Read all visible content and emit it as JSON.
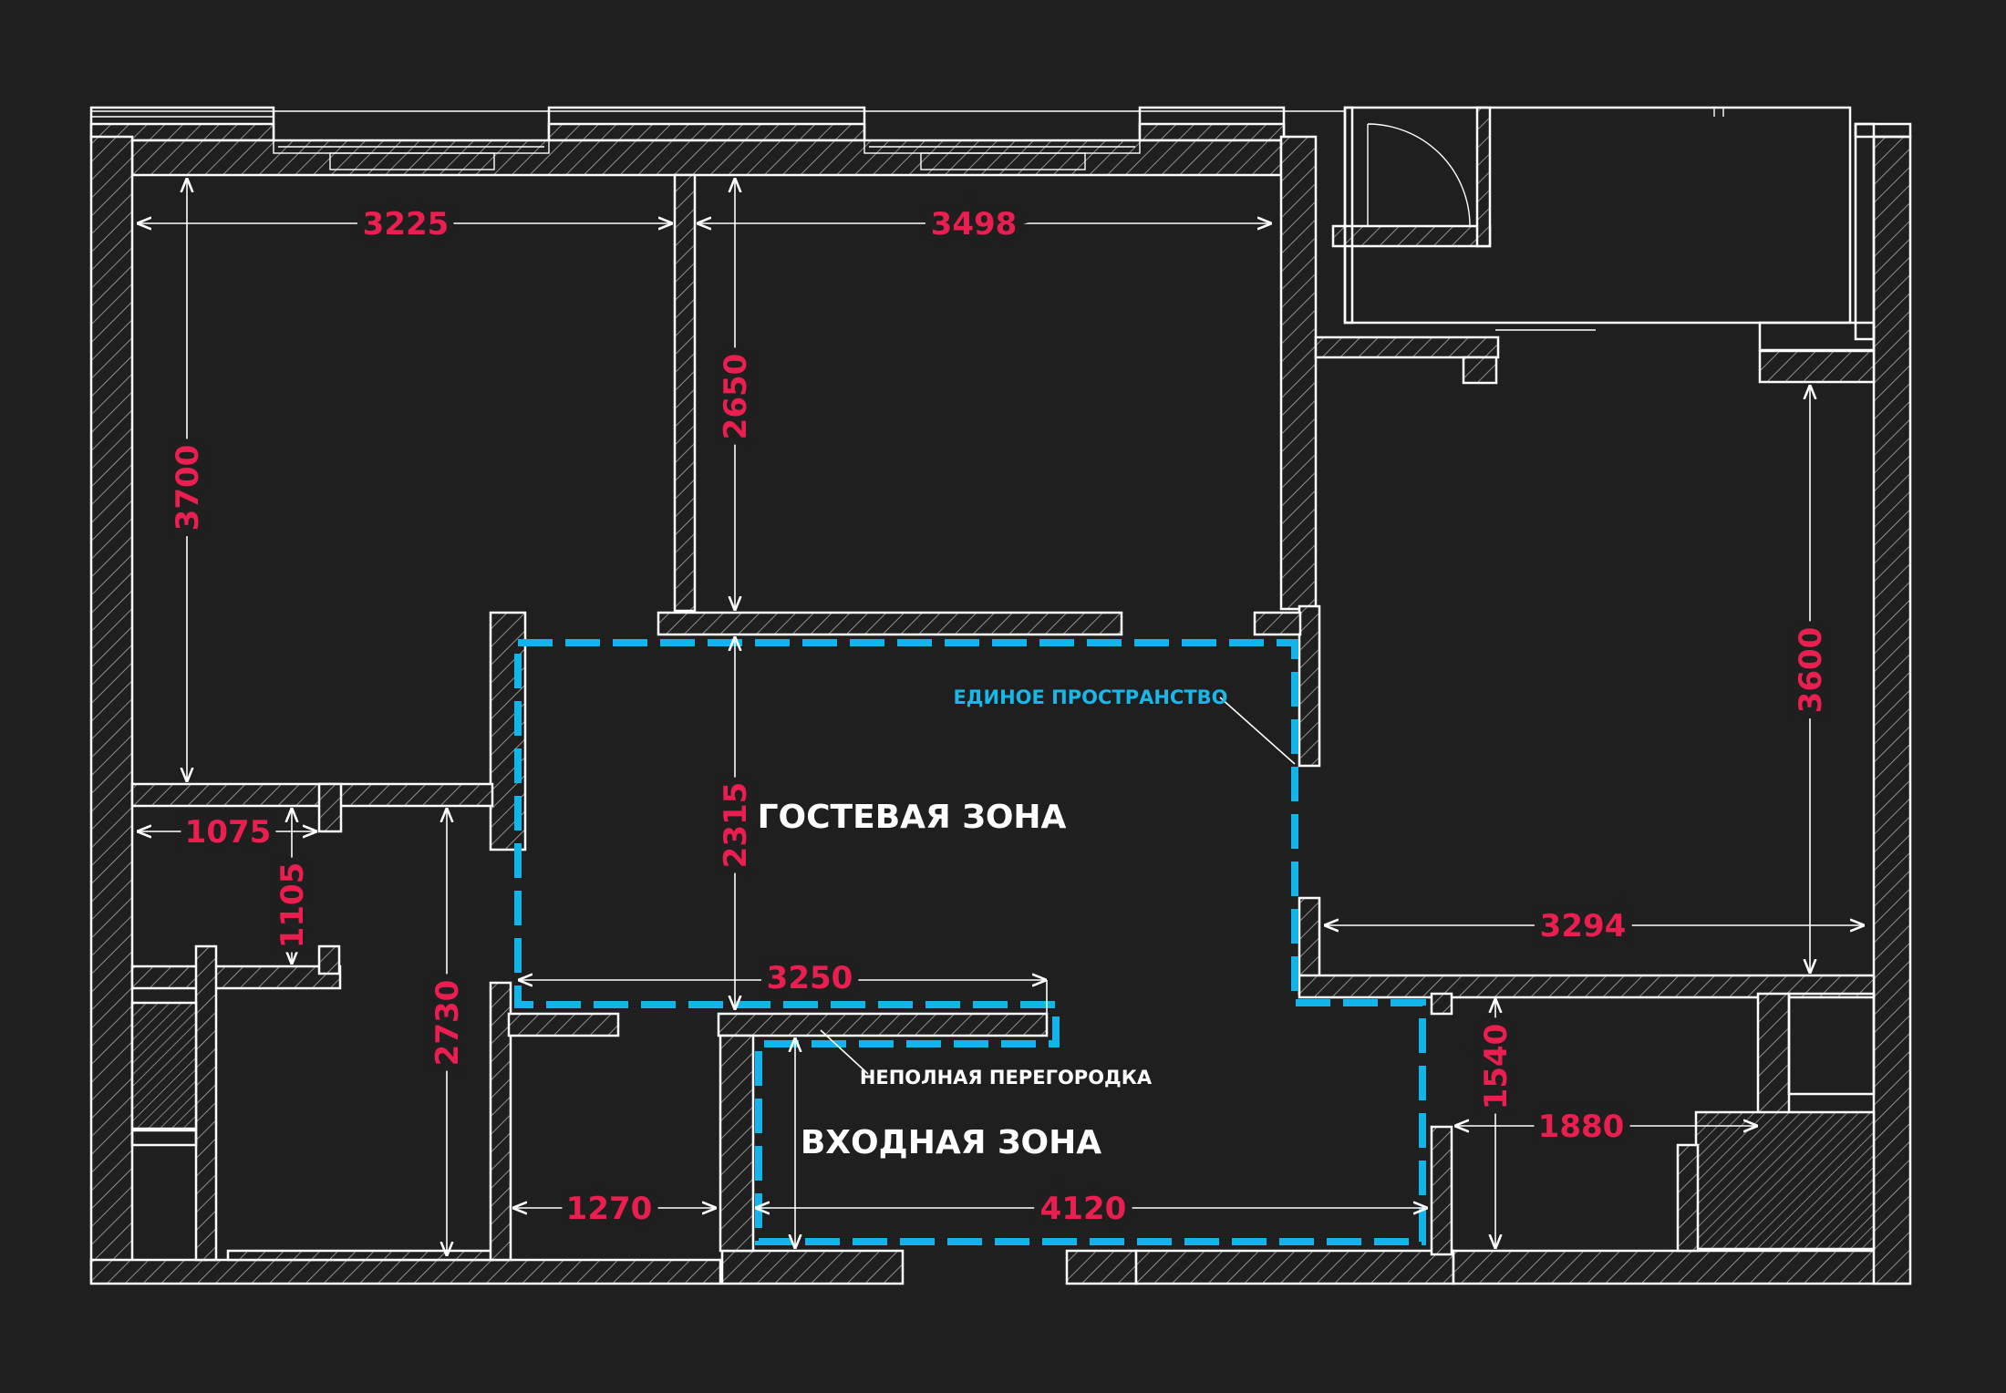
{
  "plan": {
    "colors": {
      "background": "#1f1f1f",
      "walls": "#ffffff",
      "dimensions": "#ea1f4f",
      "zone_outline": "#13b4ea"
    },
    "dimensions": [
      "3225",
      "3498",
      "3700",
      "2650",
      "2315",
      "3600",
      "1075",
      "1105",
      "2730",
      "3250",
      "3294",
      "1540",
      "1880",
      "1270",
      "4120"
    ],
    "zones": {
      "guest": "ГОСТЕВАЯ ЗОНА",
      "entry": "ВХОДНАЯ ЗОНА"
    },
    "notes": {
      "single_space": "ЕДИНОЕ ПРОСТРАНСТВО",
      "partial_partition": "НЕПОЛНАЯ ПЕРЕГОРОДКА"
    }
  }
}
